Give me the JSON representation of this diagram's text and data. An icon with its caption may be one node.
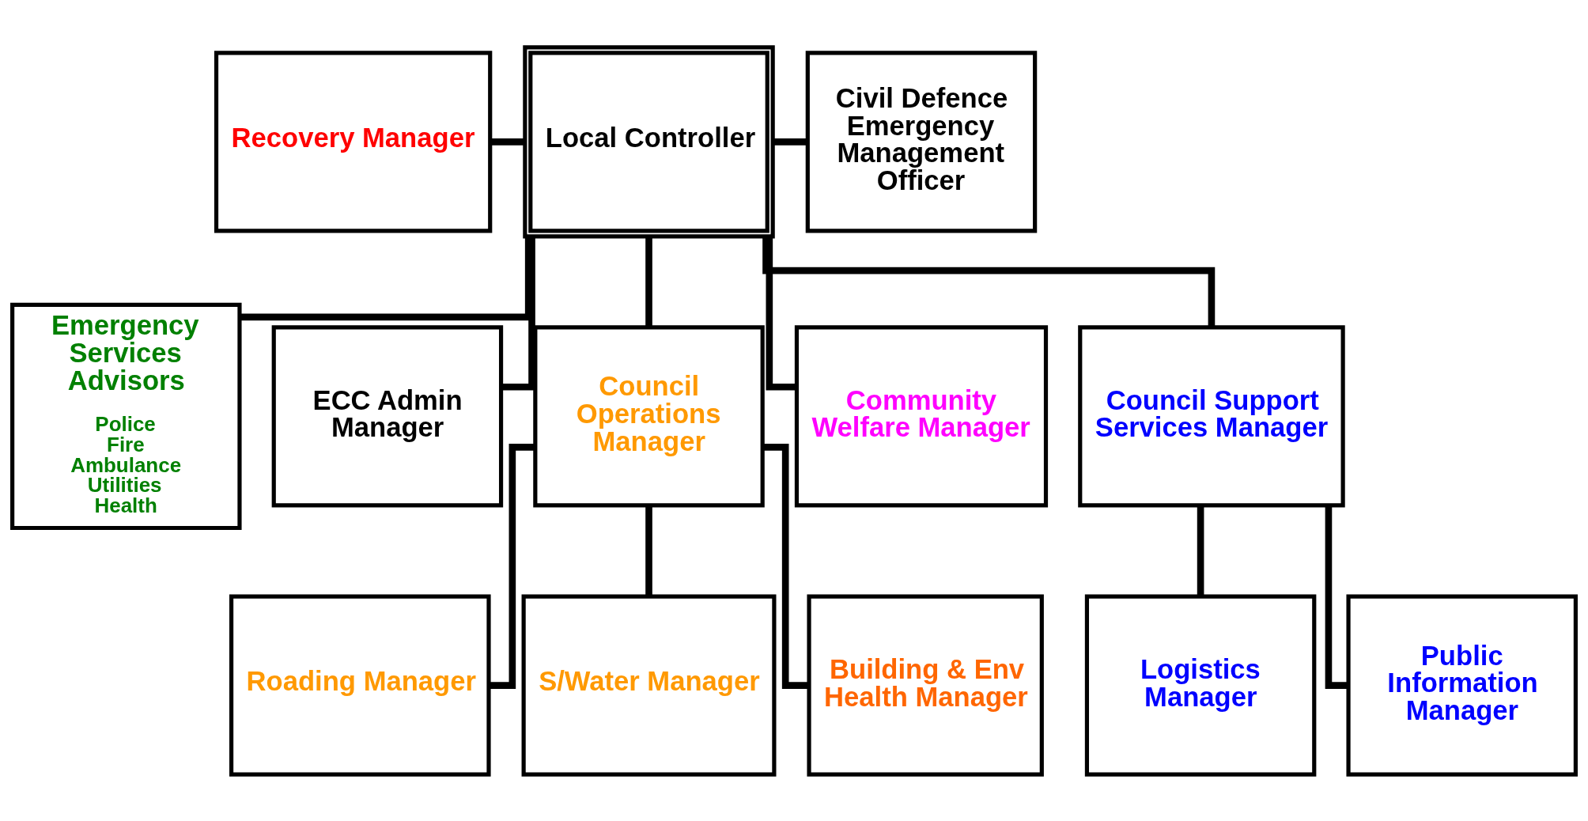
{
  "diagram": {
    "nodes": [
      {
        "text": [
          "Recovery Manager"
        ]
      },
      {
        "text": [
          "Local Controller"
        ]
      },
      {
        "text": [
          "Civil Defence Emergency Management Officer"
        ]
      },
      {
        "text": [
          "Emergency Services Advisors",
          "Police Fire Ambulance Utilities Health"
        ]
      },
      {
        "text": [
          "ECC Admin Manager"
        ]
      },
      {
        "text": [
          "Council Operations Manager"
        ]
      },
      {
        "text": [
          "Community Welfare Manager"
        ]
      },
      {
        "text": [
          "Council Support Services Manager"
        ]
      },
      {
        "text": [
          "Roading Manager"
        ]
      },
      {
        "text": [
          "S/Water Manager"
        ]
      },
      {
        "text": [
          "Building & Env Health Manager"
        ]
      },
      {
        "text": [
          "Logistics Manager"
        ]
      },
      {
        "text": [
          "Public Information Manager"
        ]
      }
    ],
    "edges": [
      {
        "from": 0,
        "to": 1,
        "arrow": "none"
      },
      {
        "from": 1,
        "to": 2,
        "arrow": "none"
      },
      {
        "from": 1,
        "to": 3,
        "arrow": "none"
      },
      {
        "from": 1,
        "to": 4,
        "arrow": "none"
      },
      {
        "from": 1,
        "to": 5,
        "arrow": "none"
      },
      {
        "from": 1,
        "to": 6,
        "arrow": "none"
      },
      {
        "from": 1,
        "to": 7,
        "arrow": "none"
      },
      {
        "from": 5,
        "to": 8,
        "arrow": "none"
      },
      {
        "from": 5,
        "to": 9,
        "arrow": "none"
      },
      {
        "from": 5,
        "to": 10,
        "arrow": "none"
      },
      {
        "from": 7,
        "to": 11,
        "arrow": "none"
      },
      {
        "from": 7,
        "to": 12,
        "arrow": "none"
      }
    ]
  }
}
